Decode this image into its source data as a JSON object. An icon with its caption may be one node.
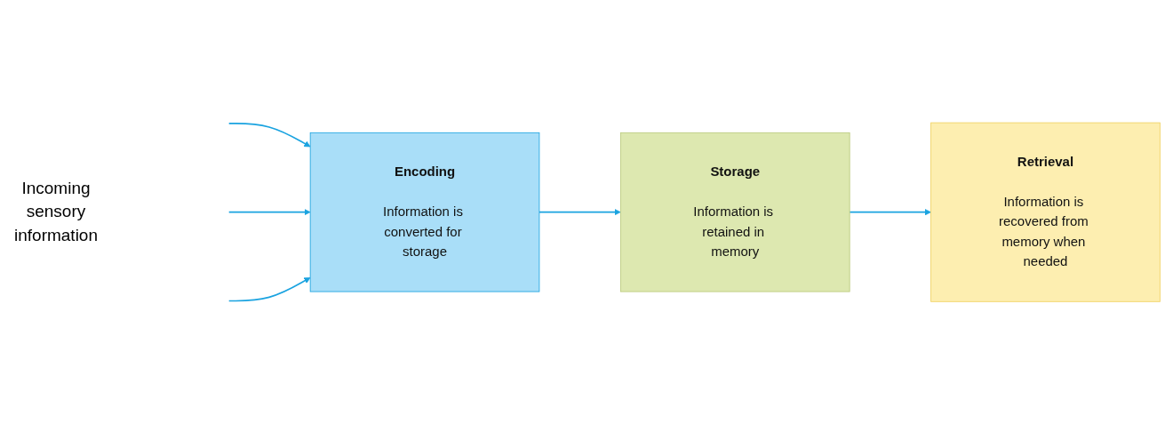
{
  "diagram": {
    "nodes": [
      {
        "text": [
          "Encoding",
          "Information is converted for storage"
        ]
      },
      {
        "text": [
          "Storage",
          "Information is retained in memory"
        ]
      },
      {
        "text": [
          "Retrieval",
          "Information is recovered from memory when needed"
        ]
      }
    ],
    "edges": [
      {
        "from": null,
        "to": 0,
        "arrow": "to"
      },
      {
        "from": null,
        "to": 0,
        "arrow": "to"
      },
      {
        "from": null,
        "to": 0,
        "arrow": "to"
      },
      {
        "from": 0,
        "to": 1,
        "arrow": "to"
      },
      {
        "from": 1,
        "to": 2,
        "arrow": "to"
      }
    ],
    "labels": [
      "Incoming sensory information"
    ]
  }
}
